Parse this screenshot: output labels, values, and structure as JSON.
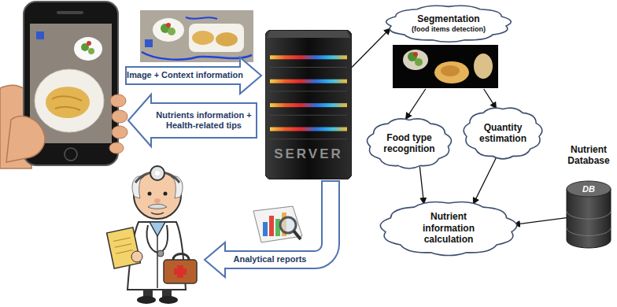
{
  "diagram": {
    "nodes": [
      {
        "text": [
          "SERVER"
        ]
      },
      {
        "text": [
          "Segmentation",
          "(food items detection)"
        ]
      },
      {
        "text": [
          "Food type recognition"
        ]
      },
      {
        "text": [
          "Quantity estimation"
        ]
      },
      {
        "text": [
          "Nutrient information calculation"
        ]
      },
      {
        "text": [
          "Nutrient Database",
          "DB"
        ]
      }
    ],
    "edges": [
      {
        "from": 0,
        "to": 1,
        "arrow": "to"
      },
      {
        "from": 1,
        "to": 2,
        "arrow": "to"
      },
      {
        "from": 1,
        "to": 3,
        "arrow": "to"
      },
      {
        "from": 2,
        "to": 4,
        "arrow": "to"
      },
      {
        "from": 3,
        "to": 4,
        "arrow": "to"
      },
      {
        "from": 5,
        "to": 4,
        "arrow": "to"
      }
    ],
    "labels": [
      "Image + Context information",
      "Nutrients information + Health-related tips",
      "Analytical reports"
    ]
  }
}
